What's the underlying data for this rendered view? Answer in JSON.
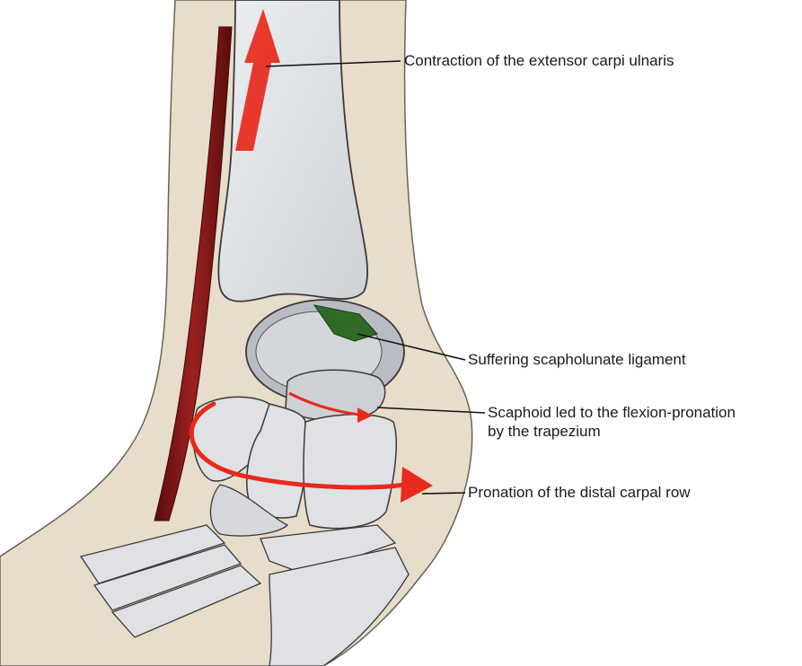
{
  "labels": {
    "ecu_contraction": "Contraction of the extensor carpi ulnaris",
    "scapholunate_ligament": "Suffering scapholunate ligament",
    "scaphoid_line1": "Scaphoid led to the flexion-pronation",
    "scaphoid_line2": "by the trapezium",
    "distal_row_pronation": "Pronation of the distal carpal row"
  },
  "colors": {
    "skin": "#e8dccb",
    "bone": "#dfe1e4",
    "bone_outline": "#3a3a3a",
    "tendon": "#7a1414",
    "arrow_red": "#e8291c",
    "ligament_green": "#2f6b26",
    "leader_line": "#111111"
  }
}
